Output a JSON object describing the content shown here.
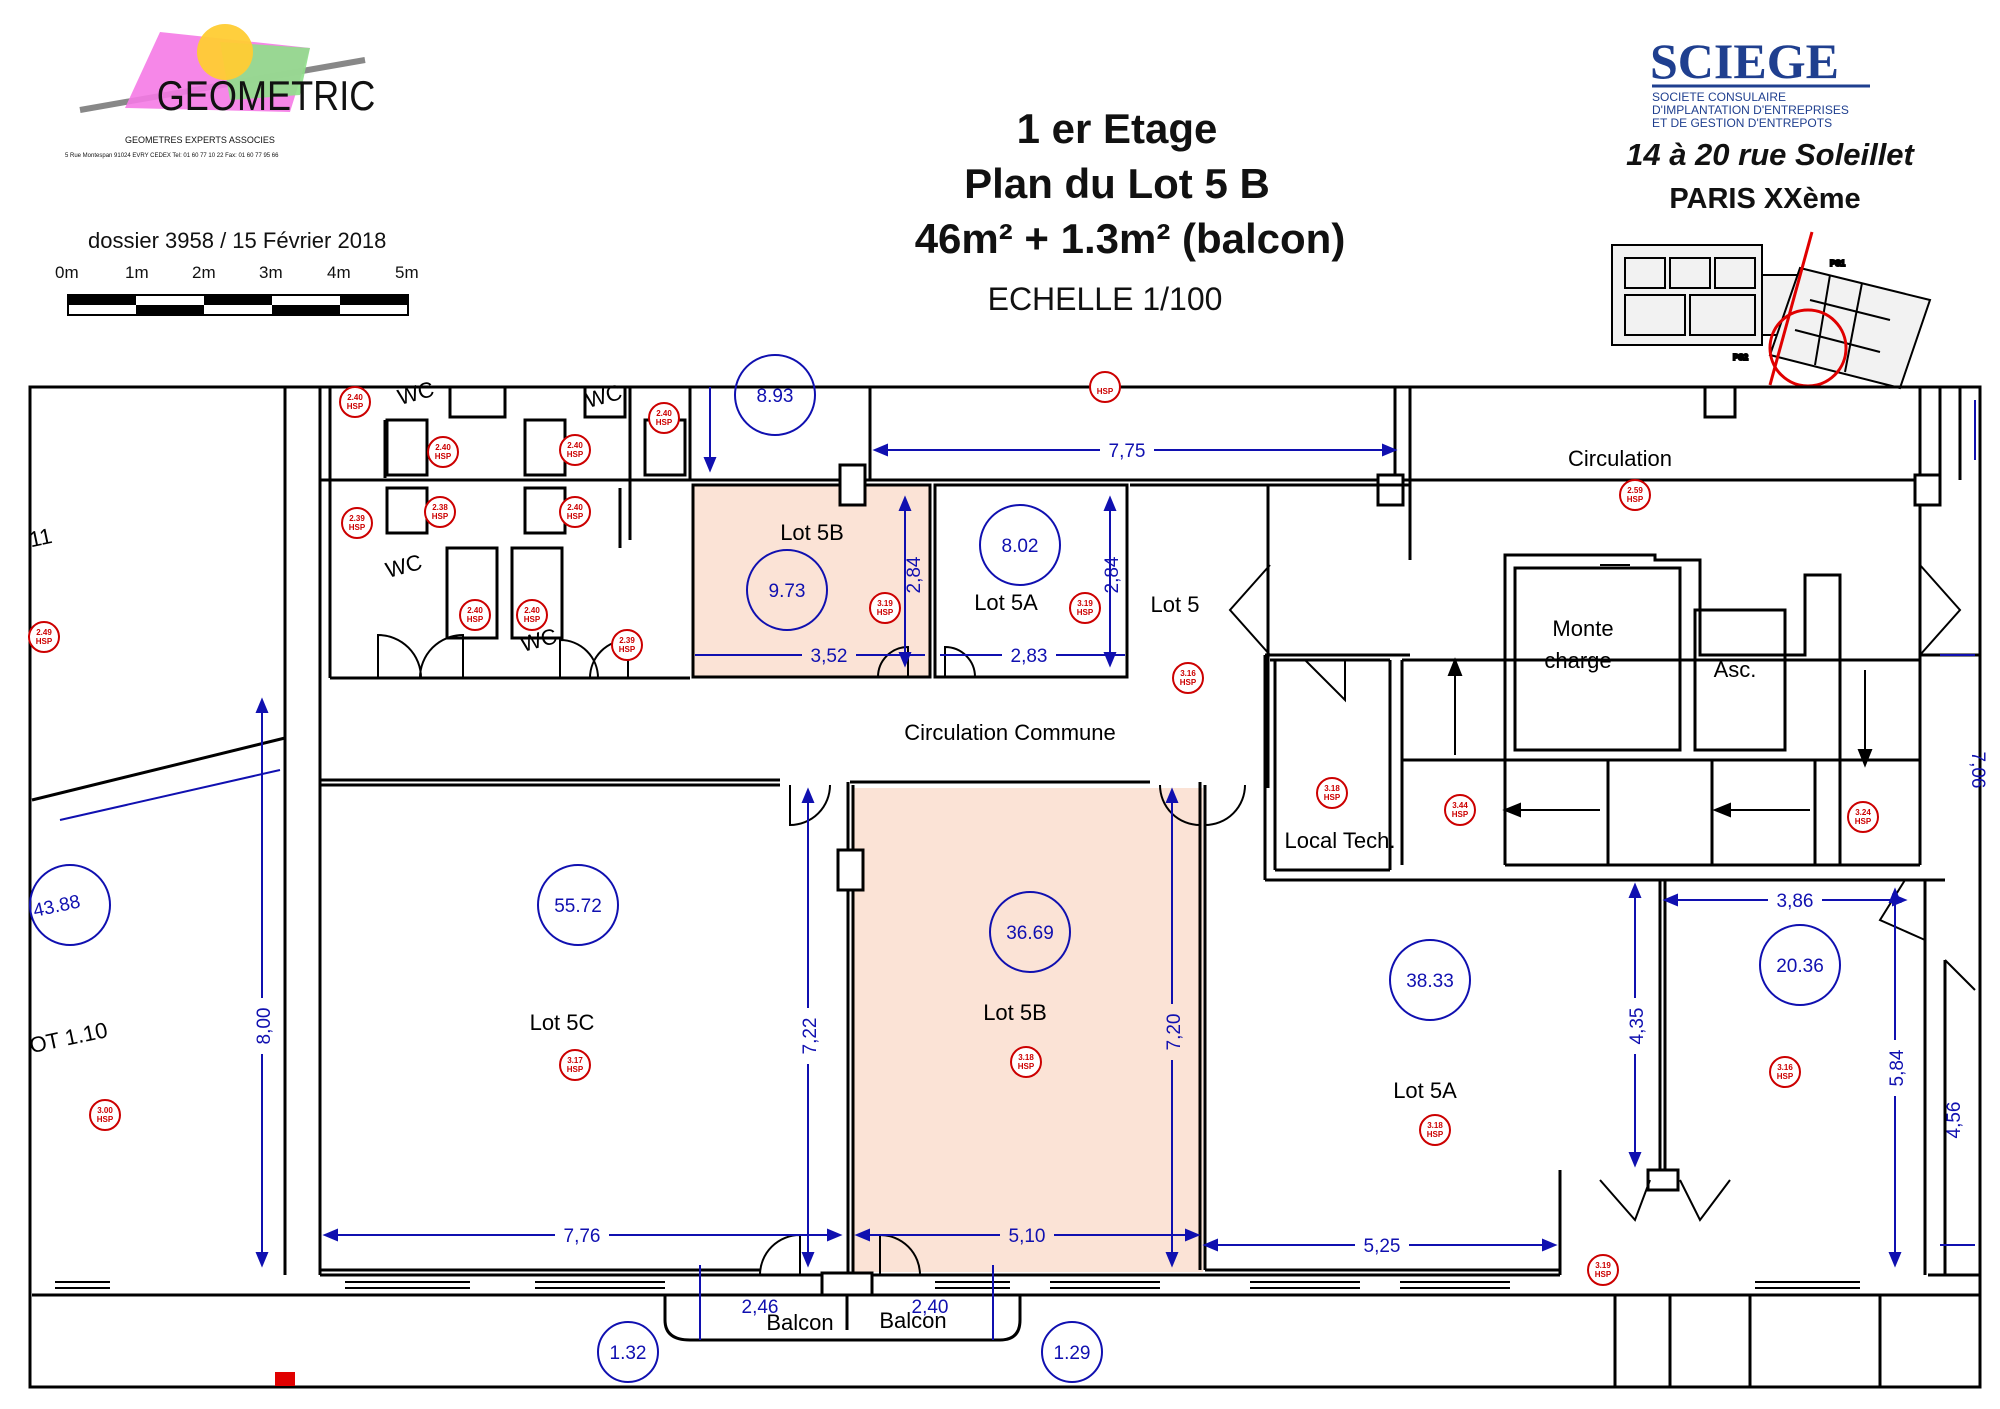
{
  "header": {
    "title_1": "1 er Etage",
    "title_2": "Plan du Lot 5 B",
    "title_3": "46m² + 1.3m² (balcon)",
    "scale": "ECHELLE 1/100",
    "dossier": "dossier 3958 / 15 Février 2018",
    "scale_bar_labels": [
      "0m",
      "1m",
      "2m",
      "3m",
      "4m",
      "5m"
    ]
  },
  "geometric_logo": {
    "name": "GEOMETRIC",
    "subtitle": "GEOMETRES EXPERTS ASSOCIES",
    "address": "5 Rue Montespan 91024 EVRY CEDEX  Tel: 01 60 77 10 22 Fax: 01 60 77 95 66"
  },
  "sciege_logo": {
    "name": "SCIEGE",
    "line_1": "SOCIETE CONSULAIRE",
    "line_2": "D'IMPLANTATION D'ENTREPRISES",
    "line_3": "ET DE GESTION D'ENTREPOTS"
  },
  "address": {
    "street": "14 à 20  rue Soleillet",
    "city": "PARIS XXème"
  },
  "key_plan": {
    "label_1": "PS1",
    "label_2": "PS2"
  },
  "colors": {
    "highlight": "#fbe3d6",
    "dimension": "#1010b0",
    "hsp": "#cc0000"
  },
  "rooms": {
    "wc": "WC",
    "lot_5b_small": "Lot 5B",
    "lot_5a_small": "Lot 5A",
    "lot_5": "Lot 5",
    "circulation": "Circulation",
    "circulation_commune": "Circulation Commune",
    "monte_charge_1": "Monte",
    "monte_charge_2": "charge",
    "asc": "Asc.",
    "local_tech": "Local Tech.",
    "lot_5c": "Lot 5C",
    "lot_5b_main": "Lot 5B",
    "lot_5a_main": "Lot 5A",
    "lot_1_10": "OT 1.10",
    "lot_11": "11",
    "balcon": "Balcon"
  },
  "areas": {
    "a_893": "8.93",
    "a_973": "9.73",
    "a_802": "8.02",
    "a_4388": "43.88",
    "a_5572": "55.72",
    "a_3669": "36.69",
    "a_3833": "38.33",
    "a_2036": "20.36",
    "a_132": "1.32",
    "a_129": "1.29"
  },
  "dimensions": {
    "d_775": "7,75",
    "d_284a": "2,84",
    "d_284b": "2,84",
    "d_352": "3,52",
    "d_283": "2,83",
    "d_800": "8,00",
    "d_722": "7,22",
    "d_720": "7,20",
    "d_776": "7,76",
    "d_510": "5,10",
    "d_525": "5,25",
    "d_435": "4,35",
    "d_386": "3,86",
    "d_584": "5,84",
    "d_456": "4,56",
    "d_246": "2,46",
    "d_240": "2,40",
    "d_706": "7,06"
  },
  "hsp": {
    "label": "HSP",
    "h240": "2.40",
    "h238": "2.38",
    "h239": "2.39",
    "h249": "2.49",
    "h259": "2.59",
    "h316": "3.16",
    "h318": "3.18",
    "h317": "3.17",
    "h344": "3.44",
    "h324": "3.24",
    "h319": "3.19",
    "h300": "3.00"
  }
}
